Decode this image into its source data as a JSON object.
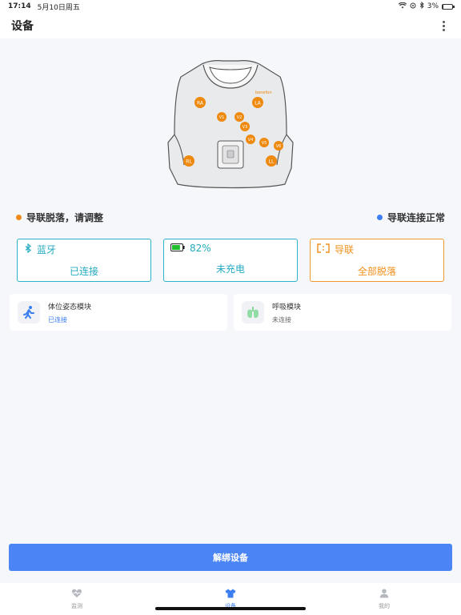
{
  "status_bar": {
    "time": "17:14",
    "date": "5月10日周五",
    "battery": "3%"
  },
  "header": {
    "title": "设备"
  },
  "vest": {
    "brand": "benefon",
    "electrodes": [
      "RA",
      "LA",
      "V1",
      "V2",
      "V3",
      "V4",
      "V5",
      "V6",
      "RL",
      "LL"
    ]
  },
  "legend": {
    "left_text": "导联脱落，请调整",
    "right_text": "导联连接正常",
    "left_color": "#f08a1c",
    "right_color": "#3d7ff2"
  },
  "cards": {
    "bluetooth": {
      "label": "蓝牙",
      "status": "已连接"
    },
    "battery": {
      "label": "82%",
      "status": "未充电",
      "level": 0.82
    },
    "leads": {
      "label": "导联",
      "status": "全部脱落"
    }
  },
  "modules": [
    {
      "name": "体位姿态模块",
      "status": "已连接"
    },
    {
      "name": "呼吸模块",
      "status": "未连接"
    }
  ],
  "unbind_label": "解绑设备",
  "tabs": [
    {
      "label": "监测"
    },
    {
      "label": "设备"
    },
    {
      "label": "我的"
    }
  ],
  "colors": {
    "accent": "#4b85f5",
    "cyan": "#23aac0",
    "orange": "#ef8f1a",
    "electrode": "#ee8a10"
  }
}
